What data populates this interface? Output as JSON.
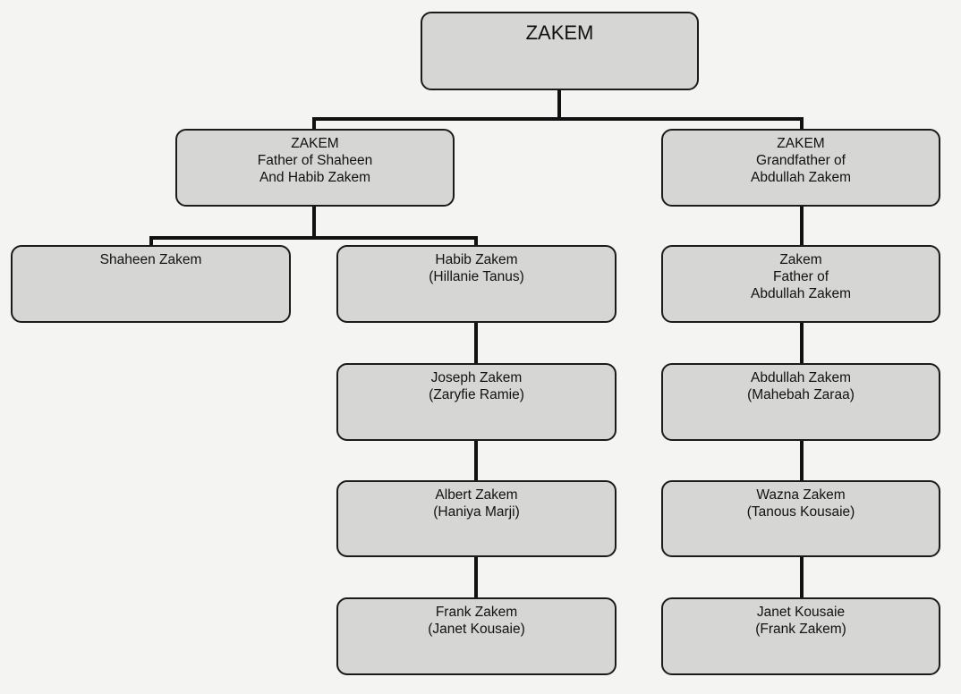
{
  "nodes": {
    "root": [
      "ZAKEM"
    ],
    "father_shaheen_habib": [
      "ZAKEM",
      "Father of Shaheen",
      "And Habib Zakem"
    ],
    "grandfather_abdullah": [
      "ZAKEM",
      "Grandfather of",
      "Abdullah Zakem"
    ],
    "shaheen": [
      "Shaheen Zakem"
    ],
    "habib": [
      "Habib Zakem",
      "(Hillanie Tanus)"
    ],
    "father_abdullah": [
      "Zakem",
      "Father of",
      "Abdullah Zakem"
    ],
    "joseph": [
      "Joseph Zakem",
      "(Zaryfie Ramie)"
    ],
    "abdullah": [
      "Abdullah Zakem",
      "(Mahebah Zaraa)"
    ],
    "albert": [
      "Albert Zakem",
      "(Haniya Marji)"
    ],
    "wazna": [
      "Wazna Zakem",
      "(Tanous Kousaie)"
    ],
    "frank": [
      "Frank Zakem",
      "(Janet Kousaie)"
    ],
    "janet": [
      "Janet Kousaie",
      "(Frank Zakem)"
    ]
  }
}
